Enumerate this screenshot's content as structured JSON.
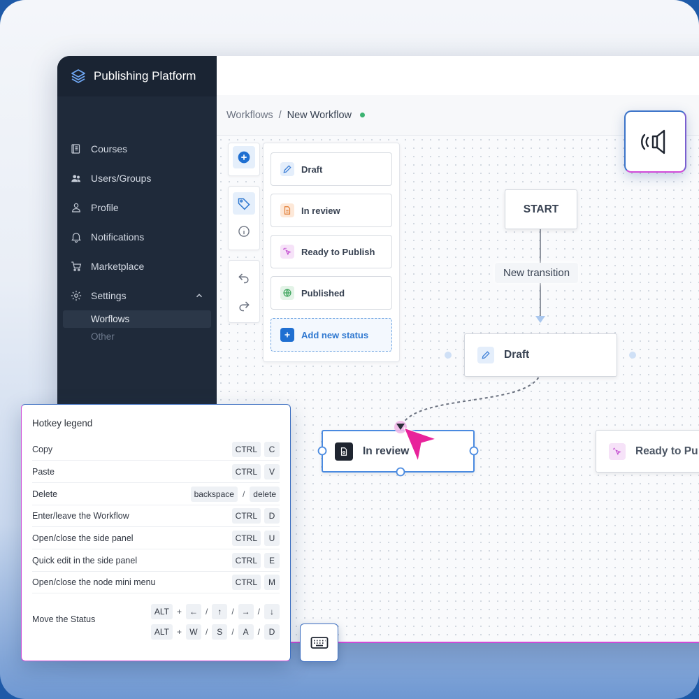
{
  "app": {
    "title": "Publishing Platform"
  },
  "sidebar": {
    "items": [
      {
        "label": "Courses",
        "icon": "book-icon"
      },
      {
        "label": "Users/Groups",
        "icon": "users-icon"
      },
      {
        "label": "Profile",
        "icon": "user-icon"
      },
      {
        "label": "Notifications",
        "icon": "bell-icon"
      },
      {
        "label": "Marketplace",
        "icon": "cart-icon"
      },
      {
        "label": "Settings",
        "icon": "gear-icon"
      }
    ],
    "sub_items": [
      {
        "label": "Worflows"
      },
      {
        "label": "Other"
      }
    ]
  },
  "breadcrumb": {
    "root": "Workflows",
    "separator": "/",
    "current": "New Workflow"
  },
  "status_panel": {
    "items": [
      {
        "label": "Draft",
        "icon": "pencil-icon",
        "color": "#3d7fd6"
      },
      {
        "label": "In review",
        "icon": "document-icon",
        "color": "#e07a2f"
      },
      {
        "label": "Ready to Publish",
        "icon": "cursor-click-icon",
        "color": "#c24bd0"
      },
      {
        "label": "Published",
        "icon": "globe-icon",
        "color": "#3aa35a"
      }
    ],
    "add_label": "Add new status"
  },
  "flow": {
    "start_label": "START",
    "transition_label": "New transition",
    "draft_label": "Draft",
    "in_review_label": "In review",
    "ready_label": "Ready to Pu"
  },
  "hotkeys": {
    "title": "Hotkey legend",
    "rows": [
      {
        "label": "Copy",
        "keys": [
          "CTRL",
          "C"
        ]
      },
      {
        "label": "Paste",
        "keys": [
          "CTRL",
          "V"
        ]
      },
      {
        "label": "Delete",
        "keys": [
          "backspace",
          "delete"
        ]
      },
      {
        "label": "Enter/leave the Workflow",
        "keys": [
          "CTRL",
          "D"
        ]
      },
      {
        "label": "Open/close the side panel",
        "keys": [
          "CTRL",
          "U"
        ]
      },
      {
        "label": "Quick edit in the side panel",
        "keys": [
          "CTRL",
          "E"
        ]
      },
      {
        "label": "Open/close the node mini menu",
        "keys": [
          "CTRL",
          "M"
        ]
      }
    ],
    "move": {
      "label": "Move the Status",
      "line1": [
        "ALT",
        "+",
        "←",
        "/",
        "↑",
        "/",
        "→",
        "/",
        "↓"
      ],
      "line2": [
        "ALT",
        "+",
        "W",
        "/",
        "S",
        "/",
        "A",
        "/",
        "D"
      ]
    }
  },
  "colors": {
    "accent": "#2f78d0",
    "sidebar_bg": "#1f2a3a",
    "pink": "#e8239b"
  }
}
